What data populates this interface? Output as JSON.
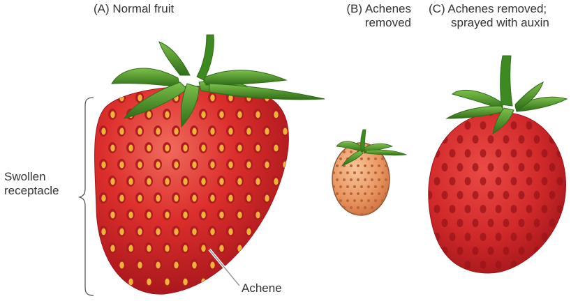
{
  "panels": {
    "a": {
      "title": "(A)  Normal fruit"
    },
    "b": {
      "title_lines": [
        "(B)  Achenes",
        "removed"
      ]
    },
    "c": {
      "title_lines": [
        "(C)  Achenes removed;",
        "sprayed with auxin"
      ]
    }
  },
  "annotations": {
    "receptacle_lines": [
      "Swollen",
      "receptacle"
    ],
    "achene": "Achene"
  },
  "colors": {
    "berry_red": "#d8262b",
    "berry_dark": "#a3141b",
    "pale_berry": "#e9915f",
    "leaf_green": "#4f9a2c",
    "leaf_dark": "#2f6d18",
    "seed_yellow": "#f0b23a"
  }
}
